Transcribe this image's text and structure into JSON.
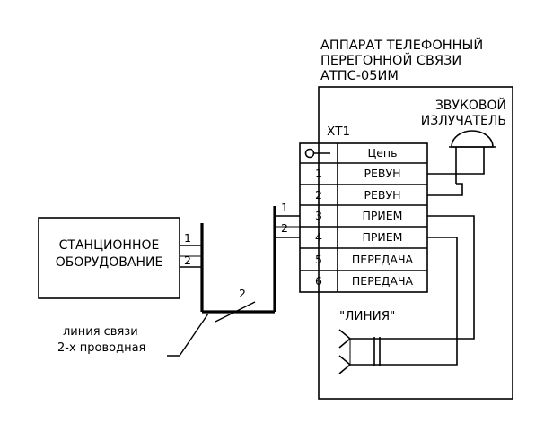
{
  "device_title": [
    "АППАРАТ ТЕЛЕФОННЫЙ",
    "ПЕРЕГОННОЙ СВЯЗИ",
    "АТПС-05ИМ"
  ],
  "emitter_label": [
    "ЗВУКОВОЙ",
    "ИЗЛУЧАТЕЛЬ"
  ],
  "connector_label": "ХТ1",
  "terminal_header": "Цепь",
  "terminals": [
    {
      "num": "1",
      "circuit": "РЕВУН"
    },
    {
      "num": "2",
      "circuit": "РЕВУН"
    },
    {
      "num": "3",
      "circuit": "ПРИЕМ"
    },
    {
      "num": "4",
      "circuit": "ПРИЕМ"
    },
    {
      "num": "5",
      "circuit": "ПЕРЕДАЧА"
    },
    {
      "num": "6",
      "circuit": "ПЕРЕДАЧА"
    }
  ],
  "station_label": [
    "СТАНЦИОННОЕ",
    "ОБОРУДОВАНИЕ"
  ],
  "station_pins": [
    "1",
    "2"
  ],
  "device_line_pins": [
    "1",
    "2"
  ],
  "bus_wire_count": "2",
  "line_label": "\"ЛИНИЯ\"",
  "comm_line_label": [
    "линия связи",
    "2-х проводная"
  ]
}
